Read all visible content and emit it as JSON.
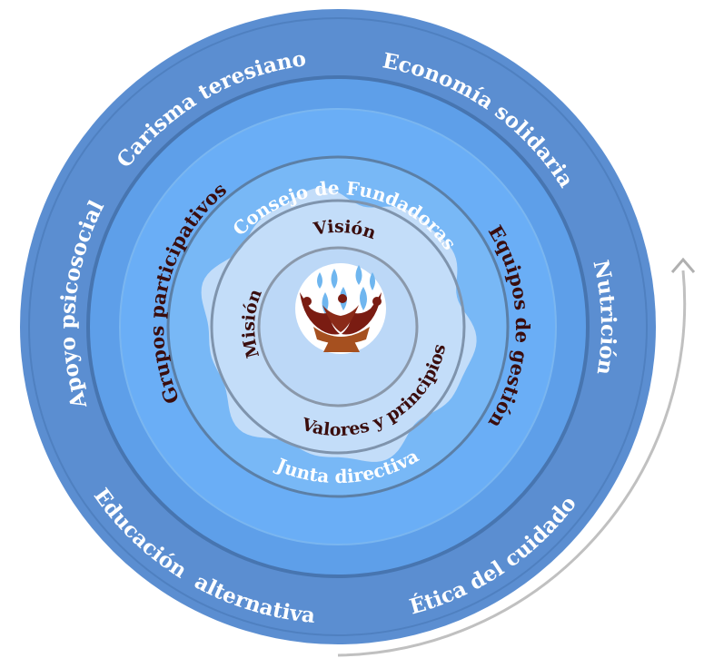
{
  "outer_ring": {
    "carisma": "Carisma teresiano",
    "economia": "Economía solidaria",
    "nutricion": "Nutrición",
    "etica": "Ética del cuidado",
    "educacion": "Educación  alternativa",
    "apoyo": "Apoyo psicosocial"
  },
  "middle_ring": {
    "grupos": "Grupos participativos",
    "equipos": "Equipos de gestión"
  },
  "governance_ring": {
    "consejo": "Consejo de Fundadoras",
    "junta": "Junta directiva"
  },
  "core_ring": {
    "vision": "Visión",
    "mision": "Misión",
    "valores": "Valores y principios"
  },
  "colors": {
    "outer_band": "#5b8ed1",
    "band_line": "#4775b0",
    "band2": "#5e9fe9",
    "band3": "#6aaef6",
    "band4": "#7dbbf6",
    "blob": "#c3ddf9",
    "brown": "#6b1a10",
    "logo_blue": "#6fb6ef"
  },
  "icons": {
    "center_logo": "organization-logo",
    "cycle_arrow": "circular-arrow-icon"
  }
}
